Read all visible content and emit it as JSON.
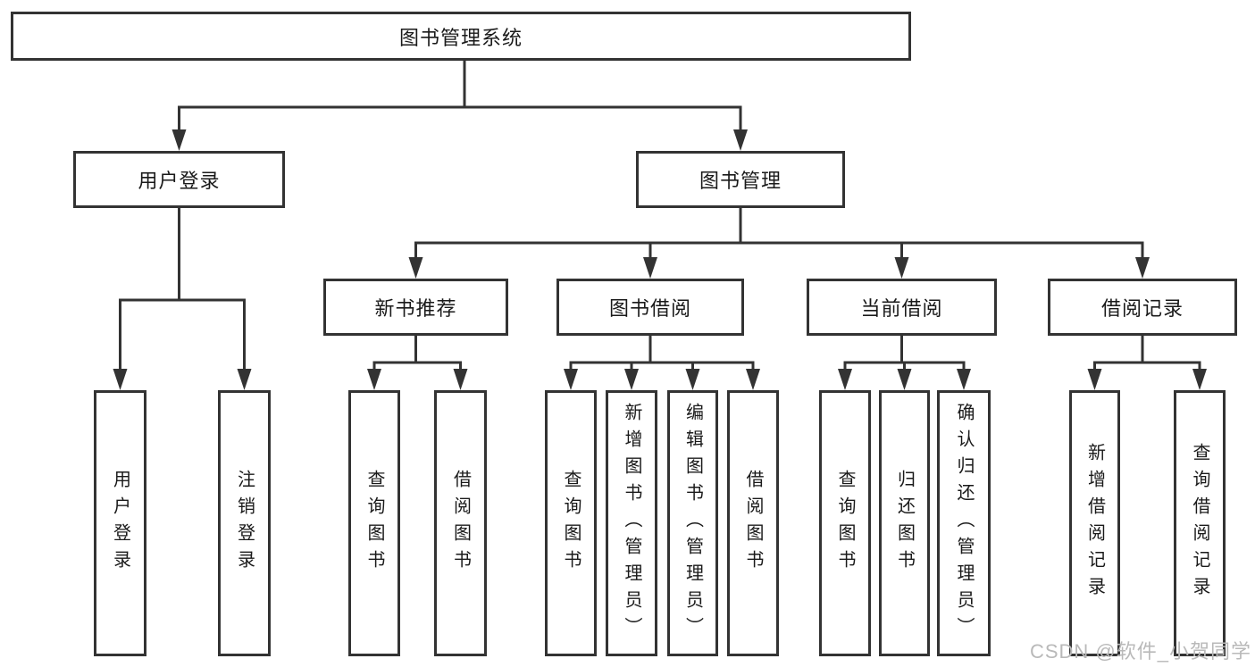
{
  "nodes": {
    "root": {
      "label": "图书管理系统"
    },
    "level2": [
      {
        "label": "用户登录"
      },
      {
        "label": "图书管理"
      }
    ],
    "level3": [
      {
        "label": "新书推荐"
      },
      {
        "label": "图书借阅"
      },
      {
        "label": "当前借阅"
      },
      {
        "label": "借阅记录"
      }
    ],
    "leaves": [
      {
        "label": "用户登录",
        "parent": "用户登录"
      },
      {
        "label": "注销登录",
        "parent": "用户登录"
      },
      {
        "label": "查询图书",
        "parent": "新书推荐"
      },
      {
        "label": "借阅图书",
        "parent": "新书推荐"
      },
      {
        "label": "查询图书",
        "parent": "图书借阅"
      },
      {
        "label": "新增图书（管理员）",
        "parent": "图书借阅"
      },
      {
        "label": "编辑图书（管理员）",
        "parent": "图书借阅"
      },
      {
        "label": "借阅图书",
        "parent": "图书借阅"
      },
      {
        "label": "查询图书",
        "parent": "当前借阅"
      },
      {
        "label": "归还图书",
        "parent": "当前借阅"
      },
      {
        "label": "确认归还（管理员）",
        "parent": "当前借阅"
      },
      {
        "label": "新增借阅记录",
        "parent": "借阅记录"
      },
      {
        "label": "查询借阅记录",
        "parent": "借阅记录"
      }
    ]
  },
  "watermark": {
    "text": "CSDN @软件_小贺同学"
  },
  "colors": {
    "line": "#333333",
    "box_border": "#333333",
    "box_fill": "#ffffff",
    "text": "#1a1a1a",
    "watermark": "#b9b9b9",
    "background": "#ffffff"
  }
}
